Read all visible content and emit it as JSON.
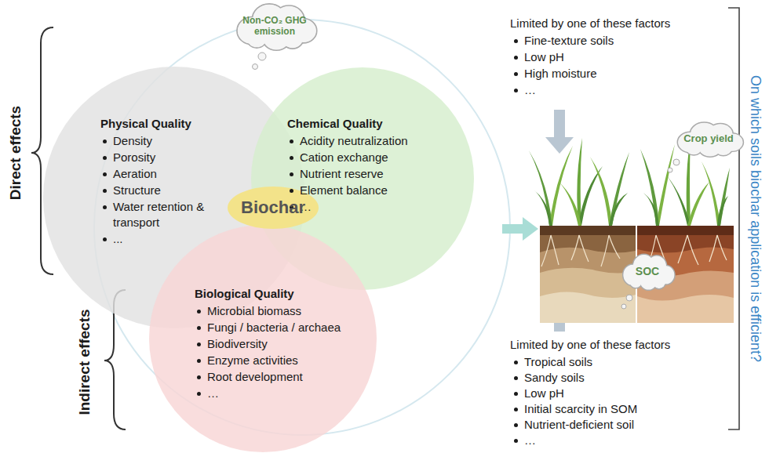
{
  "diagram": {
    "nodes": [
      {
        "text": [
          "Physical Quality",
          "Density",
          "Porosity",
          "Aeration",
          "Structure",
          "Water retention & transport",
          "..."
        ]
      },
      {
        "text": [
          "Chemical Quality",
          "Acidity neutralization",
          "Cation exchange",
          "Nutrient reserve",
          "Element balance",
          "…"
        ]
      },
      {
        "text": [
          "Biological Quality",
          "Microbial biomass",
          "Fungi / bacteria / archaea",
          "Biodiversity",
          "Enzyme activities",
          "Root development",
          "…"
        ]
      },
      {
        "text": [
          "Biochar"
        ]
      },
      {
        "text": [
          "Non-CO₂ GHG emission"
        ]
      },
      {
        "text": [
          "Crop yield"
        ]
      },
      {
        "text": [
          "SOC"
        ]
      }
    ],
    "labels": [
      "Direct effects",
      "Indirect effects",
      "Limited by one of these factors",
      "Fine-texture soils",
      "Low pH",
      "High moisture",
      "…",
      "Limited by one of these factors",
      "Tropical soils",
      "Sandy soils",
      "Low pH",
      "Initial scarcity in SOM",
      "Nutrient-deficient soil",
      "…",
      "On which soils biochar application is efficient?"
    ]
  }
}
